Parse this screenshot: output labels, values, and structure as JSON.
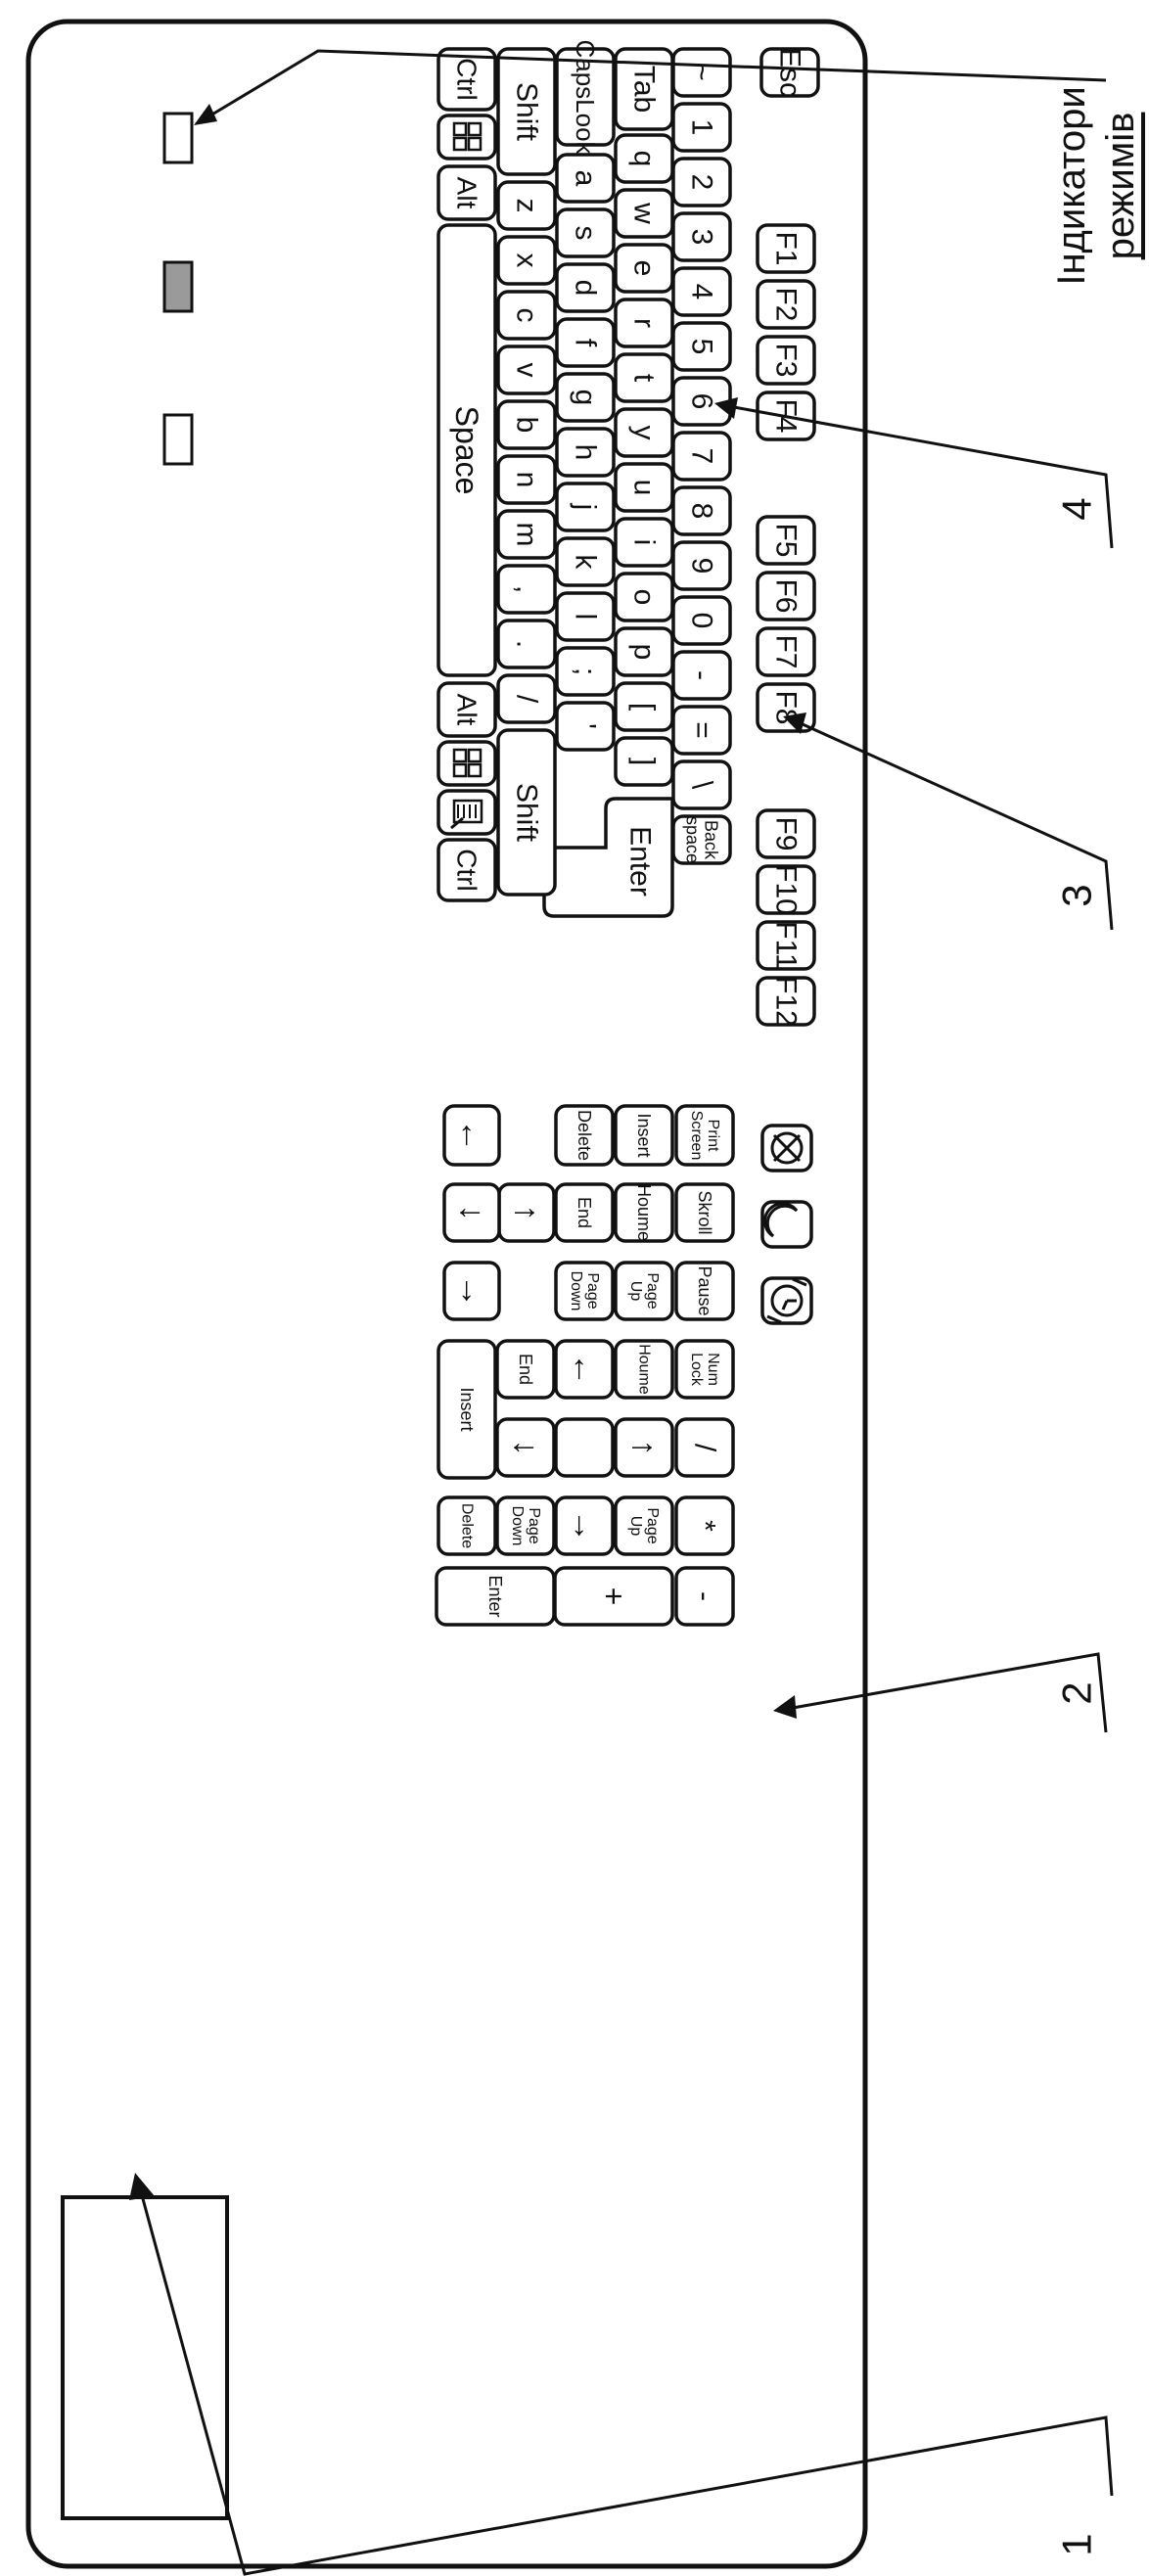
{
  "title": "",
  "colors": {
    "ink": "#111111",
    "paper": "#ffffff",
    "led_fill": "#9a9a9a"
  },
  "annotations": {
    "indicator_caption_line1": "Індикатори",
    "indicator_caption_line2": "режимів",
    "callout_1": "1",
    "callout_2": "2",
    "callout_3": "3",
    "callout_4": "4"
  },
  "keys": {
    "esc": "Esc",
    "function_keys": [
      "F1",
      "F2",
      "F3",
      "F4",
      "F5",
      "F6",
      "F7",
      "F8",
      "F9",
      "F10",
      "F11",
      "F12"
    ],
    "number_row": [
      "~",
      "1",
      "2",
      "3",
      "4",
      "5",
      "6",
      "7",
      "8",
      "9",
      "0",
      "-",
      "=",
      "\\"
    ],
    "backspace": [
      "Back",
      "space"
    ],
    "tab": "Tab",
    "qwerty_row": [
      "q",
      "w",
      "e",
      "r",
      "t",
      "y",
      "u",
      "i",
      "o",
      "p",
      "[",
      "]"
    ],
    "enter": "Enter",
    "capslock": "CapsLook",
    "home_row": [
      "a",
      "s",
      "d",
      "f",
      "g",
      "h",
      "j",
      "k",
      "l",
      ";",
      "'"
    ],
    "shift_left": "Shift",
    "bottom_letters": [
      "z",
      "x",
      "c",
      "v",
      "b",
      "n",
      "m",
      ",",
      ".",
      "/"
    ],
    "shift_right": "Shift",
    "ctrl_left": "Ctrl",
    "alt_left": "Alt",
    "space": "Space",
    "alt_right": "Alt",
    "ctrl_right": "Ctrl",
    "power_row_icons": [
      "power-off-icon",
      "sleep-moon-icon",
      "wake-clock-icon"
    ],
    "print_screen": [
      "Print",
      "Screen"
    ],
    "scroll": "Skroll",
    "pause": "Pause",
    "insert": "Insert",
    "home": "Houme",
    "page_up": [
      "Page",
      "Up"
    ],
    "delete": "Delete",
    "end": "End",
    "page_down": [
      "Page",
      "Down"
    ],
    "arrows": [
      "←",
      "↓",
      "↑",
      "→"
    ],
    "num_lock": [
      "Num",
      "Lock"
    ],
    "numpad_slash": "/",
    "numpad_star": "*",
    "numpad_minus": "-",
    "numpad_plus": "+",
    "numpad_home": "Houme",
    "numpad_up": "↑",
    "numpad_pgup": [
      "Page",
      "Up"
    ],
    "numpad_left": "←",
    "numpad_right": "→",
    "numpad_end": "End",
    "numpad_down": "↓",
    "numpad_pgdn": [
      "Page",
      "Down"
    ],
    "numpad_enter": "Enter",
    "numpad_insert": "Insert",
    "numpad_delete": "Delete"
  }
}
